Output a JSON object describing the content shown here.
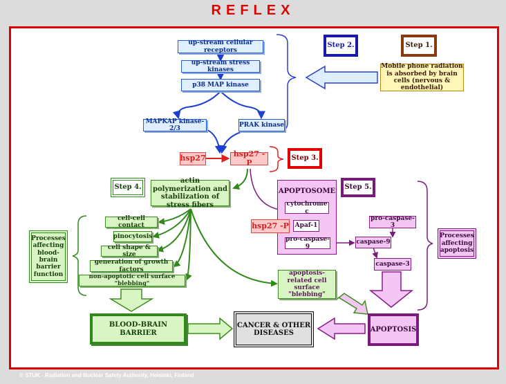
{
  "title": "REFLEX",
  "footer": "© STUK - Radiation and Nuclear Safety Authority, Helsinki, Finland",
  "steps": {
    "step1": "Step 1.",
    "step2": "Step 2.",
    "step3": "Step 3.",
    "step4": "Step 4.",
    "step5": "Step 5."
  },
  "radiation": "Mobile phone radiation is absorbed by brain cells (nervous & endothelial)",
  "kinase_cascade": {
    "receptors": "up-stream cellular receptors",
    "stress_kinases": "up-stream stress kinases",
    "p38": "p38 MAP kinase",
    "mapkap": "MAPKAP kinase-2/3",
    "prak": "PRAK kinase"
  },
  "hsp": {
    "hsp27": "hsp27",
    "hsp27p": "hsp27 -P",
    "hsp27p_apoptosome": "hsp27 -P"
  },
  "actin": "actin polymerization and stabilization of stress fibers",
  "processes": [
    "cell-cell contact",
    "pinocytosis",
    "cell shape & size",
    "generation of growth factors",
    "non-apoptotic cell surface \"blebbing\""
  ],
  "bbb_processes_label": "Processes affecting blood-brain barrier function",
  "apoptosis_processes_label": "Processes affecting apoptosis",
  "apoptosome": {
    "title": "APOPTOSOME",
    "cytochrome": "cytochrome c",
    "apaf1": "Apaf-1",
    "procaspase9": "pro-caspase-9"
  },
  "caspases": {
    "procaspase3": "pro-caspase-3",
    "caspase9": "caspase-9",
    "caspase3": "caspase-3"
  },
  "blebbing": "apoptosis-related cell surface \"blebbing\"",
  "outcomes": {
    "bbb": "BLOOD-BRAIN BARRIER",
    "cancer": "CANCER & OTHER DISEASES",
    "apoptosis": "APOPTOSIS"
  },
  "colors": {
    "frame": "#e00000",
    "blue": "#1e5bd8",
    "green": "#3a8f1c",
    "purple": "#8a1a8a",
    "gray": "#6b6b6b"
  }
}
